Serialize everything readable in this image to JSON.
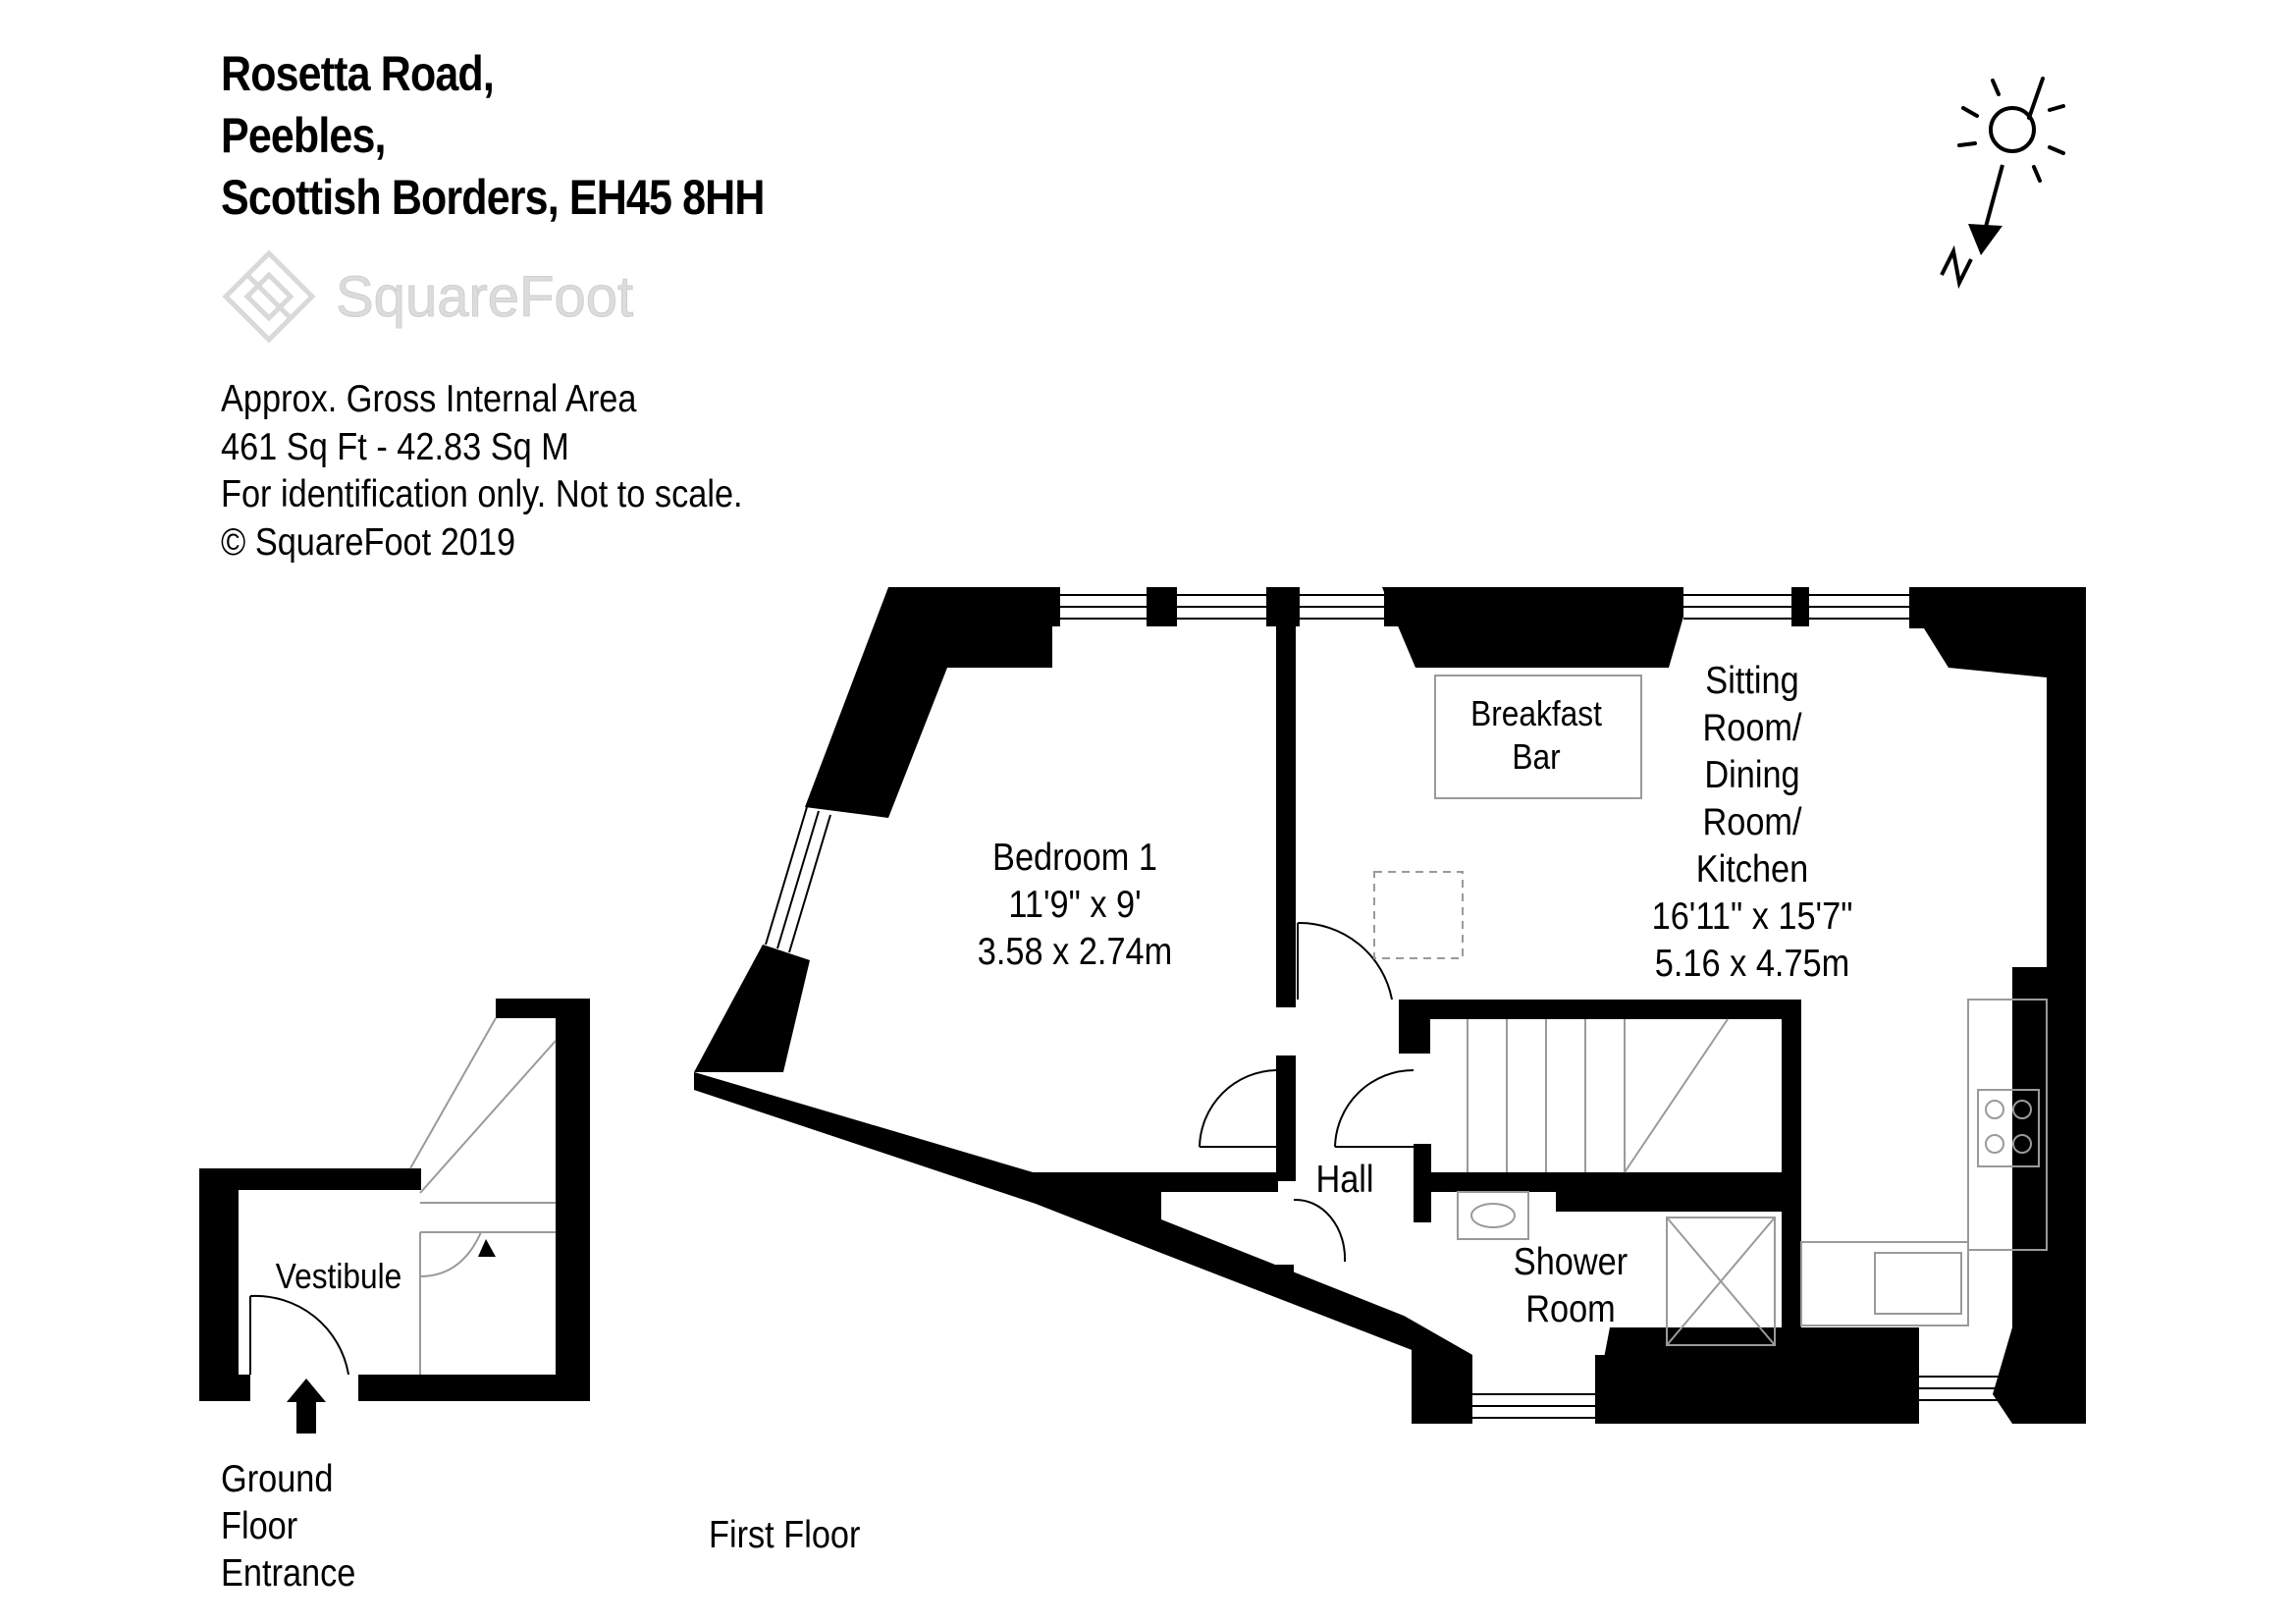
{
  "address": {
    "line1": "Rosetta Road,",
    "line2": "Peebles,",
    "line3": "Scottish Borders, EH45 8HH"
  },
  "logo": {
    "name": "SquareFoot"
  },
  "area_info": {
    "line1": "Approx. Gross Internal Area",
    "line2": "461 Sq Ft  -  42.83 Sq M",
    "line3": "For identification only. Not to scale.",
    "line4": "© SquareFoot 2019"
  },
  "compass": {
    "north_label": "N",
    "icon": "sun-compass-icon"
  },
  "rooms": {
    "bedroom1": {
      "name": "Bedroom 1",
      "imperial": "11'9\" x 9'",
      "metric": "3.58 x 2.74m"
    },
    "sitting": {
      "line1": "Sitting",
      "line2": "Room/",
      "line3": "Dining",
      "line4": "Room/",
      "line5": "Kitchen",
      "imperial": "16'11\" x 15'7\"",
      "metric": "5.16 x 4.75m"
    },
    "breakfast": {
      "line1": "Breakfast",
      "line2": "Bar"
    },
    "hall": {
      "name": "Hall"
    },
    "shower": {
      "line1": "Shower",
      "line2": "Room"
    },
    "vestibule": {
      "name": "Vestibule"
    }
  },
  "floors": {
    "ground": {
      "line1": "Ground",
      "line2": "Floor",
      "line3": "Entrance"
    },
    "first": {
      "name": "First Floor"
    }
  },
  "colors": {
    "wall": "#000000",
    "fixture": "#9a9a9a",
    "logo": "#d9d9d9"
  }
}
